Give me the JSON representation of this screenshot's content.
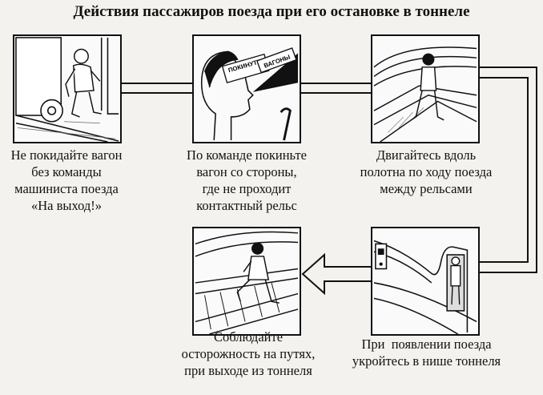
{
  "title": "Действия пассажиров поезда при его остановке в тоннеле",
  "steps": [
    {
      "caption": [
        "Не покидайте вагон",
        "без команды",
        "машиниста поезда",
        "«На выход!»"
      ]
    },
    {
      "caption": [
        "По команде покиньте",
        "вагон со стороны,",
        "где не проходит",
        "контактный рельс"
      ],
      "sign": [
        "ПОКИНУТЬ",
        "ВАГОНЫ"
      ]
    },
    {
      "caption": [
        "Двигайтесь вдоль",
        "полотна по ходу поезда",
        "между рельсами"
      ]
    },
    {
      "caption": [
        "При  появлении поезда",
        "укройтесь в нише тоннеля"
      ]
    },
    {
      "caption": [
        "Соблюдайте",
        "осторожность на путях,",
        "при выходе из тоннеля"
      ]
    }
  ]
}
